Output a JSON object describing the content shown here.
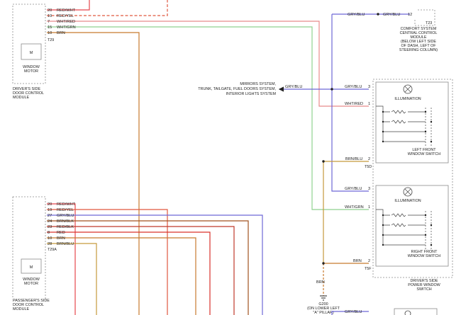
{
  "colors": {
    "red_wht": "#e5484d",
    "red_yel": "#e0583f",
    "wht_red": "#e88b8b",
    "wht_grn": "#8fd18f",
    "brn": "#c77a2e",
    "gry_blu": "#6e67d6",
    "brn_blu": "#c59a3c",
    "brn_blk": "#a0521e",
    "red_blk": "#c0392b",
    "red": "#d9312b",
    "switch": "#444444",
    "frame": "#8a8a8a"
  },
  "drivers_side": {
    "connector": "T29",
    "motor": "M",
    "motor_label": [
      "WINDOW",
      "MOTOR"
    ],
    "module_label": [
      "DRIVER'S SIDE",
      "DOOR CONTROL",
      "MODULE"
    ],
    "wires": [
      {
        "pin": "20",
        "color": "RED/WHT"
      },
      {
        "pin": "19",
        "color": "RED/YEL"
      },
      {
        "pin": "7",
        "color": "WHT/RED"
      },
      {
        "pin": "15",
        "color": "WHT/GRN"
      },
      {
        "pin": "10",
        "color": "BRN"
      }
    ]
  },
  "passengers_side": {
    "connector": "T29A",
    "motor": "M",
    "motor_label": [
      "WINDOW",
      "MOTOR"
    ],
    "module_label": [
      "PASSENGER'S SIDE",
      "DOOR CONTROL",
      "MODULE"
    ],
    "wires": [
      {
        "pin": "20",
        "color": "RED/WHT"
      },
      {
        "pin": "19",
        "color": "RED/YEL"
      },
      {
        "pin": "27",
        "color": "GRY/BLU"
      },
      {
        "pin": "24",
        "color": "BRN/BLK"
      },
      {
        "pin": "23",
        "color": "RED/BLK"
      },
      {
        "pin": "8",
        "color": "RED"
      },
      {
        "pin": "10",
        "color": "BRN"
      },
      {
        "pin": "28",
        "color": "BRN/BLU"
      }
    ]
  },
  "comfort_module": {
    "wire_left": "GRY/BLU",
    "wire_right": "GRY/BLU",
    "pin": "12",
    "connector": "T23",
    "label": [
      "COMFORT SYSTEM",
      "CENTRAL CONTROL",
      "MODULE",
      "(BELOW LEFT SIDE",
      "OF DASH, LEFT OF",
      "STEERING COLUMN)"
    ]
  },
  "mirrors": {
    "label": [
      "MIRRORS SYSTEM,",
      "TRUNK, TAILGATE, FUEL DOORS SYSTEM,",
      "INTERIOR LIGHTS SYSTEM"
    ],
    "wire": "GRY/BLU"
  },
  "left_switch": {
    "wires": [
      {
        "pin": "3",
        "color": "GRY/BLU"
      },
      {
        "pin": "1",
        "color": "WHT/RED"
      },
      {
        "pin": "2",
        "color": "BRN/BLU"
      }
    ],
    "connector": "T5D",
    "illumination": "ILLUMINATION",
    "label": [
      "LEFT FRONT",
      "WINDOW SWITCH"
    ]
  },
  "right_switch": {
    "wires": [
      {
        "pin": "3",
        "color": "GRY/BLU"
      },
      {
        "pin": "1",
        "color": "WHT/GRN"
      },
      {
        "pin": "2",
        "color": "BRN"
      }
    ],
    "connector": "T5F",
    "illumination": "ILLUMINATION",
    "label": [
      "RIGHT FRONT",
      "WINDOW SWITCH"
    ]
  },
  "power_window_switch": {
    "label": [
      "DRIVER'S SIDE",
      "POWER WINDOW",
      "SWITCH"
    ]
  },
  "ground": {
    "wire": "BRN",
    "label": [
      "G200",
      "(ON LOWER LEFT",
      "\"A\" PILLAR)"
    ]
  },
  "lower_switch": {
    "wire": "GRY/BLU"
  }
}
